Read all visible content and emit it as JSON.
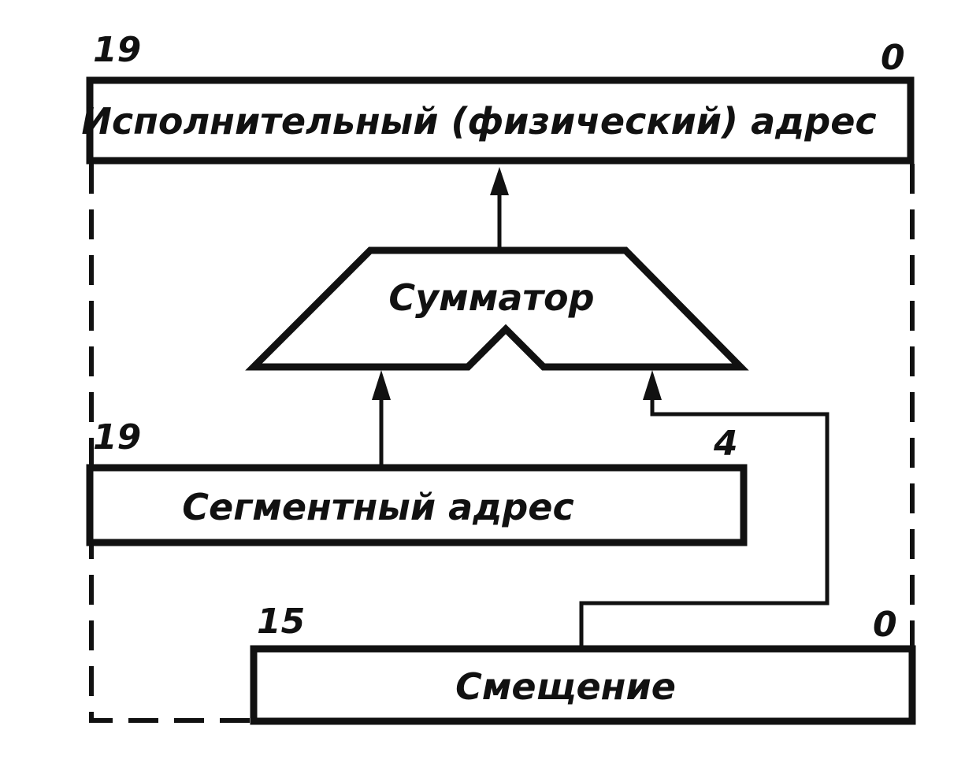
{
  "physical_address": {
    "label": "Исполнительный (физический) адрес",
    "bit_high": "19",
    "bit_low": "0"
  },
  "adder": {
    "label": "Сумматор"
  },
  "segment_address": {
    "label": "Сегментный адрес",
    "bit_high": "19",
    "bit_low": "4"
  },
  "offset": {
    "label": "Смещение",
    "bit_high": "15",
    "bit_low": "0"
  }
}
